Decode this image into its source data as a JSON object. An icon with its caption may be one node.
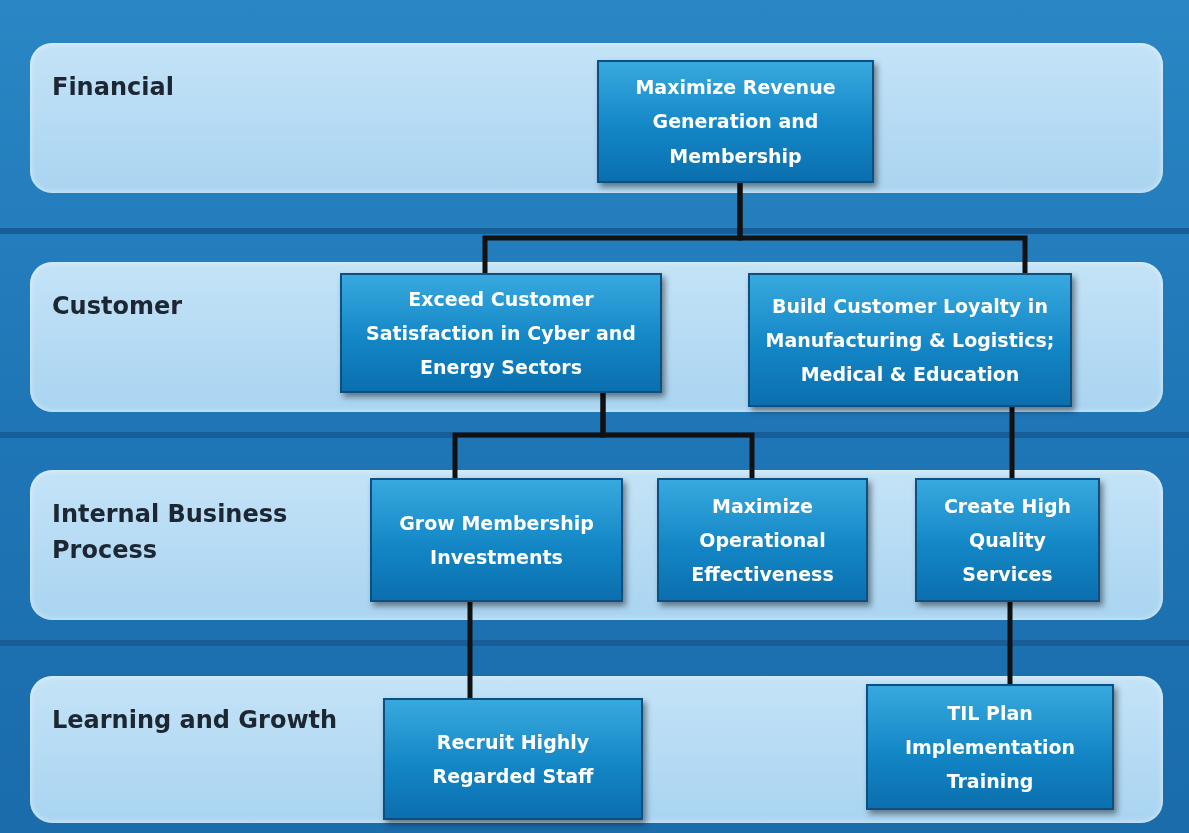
{
  "diagram": {
    "nodes": [
      {
        "text": [
          "Financial"
        ]
      },
      {
        "text": [
          "Maximize Revenue Generation and Membership"
        ],
        "in": 0
      },
      {
        "text": [
          "Customer"
        ]
      },
      {
        "text": [
          "Exceed Customer Satisfaction in Cyber and Energy Sectors"
        ],
        "in": 2
      },
      {
        "text": [
          "Build Customer Loyalty in Manufacturing & Logistics; Medical & Education"
        ],
        "in": 2
      },
      {
        "text": [
          "Internal Business Process"
        ]
      },
      {
        "text": [
          "Grow Membership Investments"
        ],
        "in": 5
      },
      {
        "text": [
          "Maximize Operational Effectiveness"
        ],
        "in": 5
      },
      {
        "text": [
          "Create High Quality Services"
        ],
        "in": 5
      },
      {
        "text": [
          "Learning and Growth"
        ]
      },
      {
        "text": [
          "Recruit Highly Regarded Staff"
        ],
        "in": 9
      },
      {
        "text": [
          "TIL Plan Implementation Training"
        ],
        "in": 9
      }
    ],
    "edges": [
      {
        "from": 1,
        "to": 3,
        "arrow": "none"
      },
      {
        "from": 1,
        "to": 4,
        "arrow": "none"
      },
      {
        "from": 3,
        "to": 6,
        "arrow": "none"
      },
      {
        "from": 3,
        "to": 7,
        "arrow": "none"
      },
      {
        "from": 4,
        "to": 8,
        "arrow": "none"
      },
      {
        "from": 6,
        "to": 10,
        "arrow": "none"
      },
      {
        "from": 8,
        "to": 11,
        "arrow": "none"
      }
    ]
  }
}
